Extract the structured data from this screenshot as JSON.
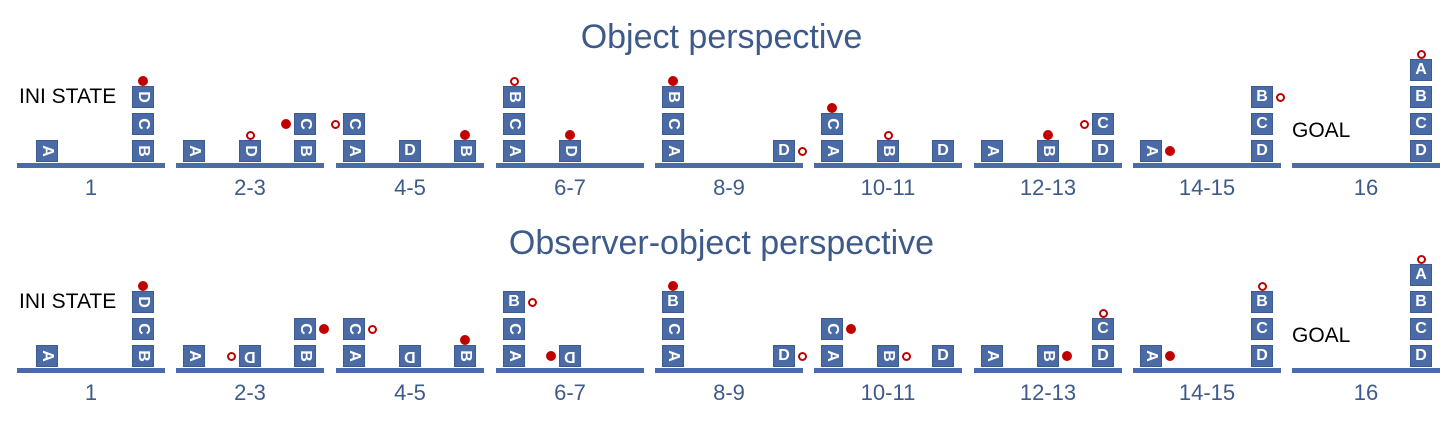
{
  "colors": {
    "block": "#4a6ba6",
    "ground": "#4a6ba6",
    "title": "#3d5a8a",
    "label": "#3d5a8a",
    "marker": "#c00000"
  },
  "rows": [
    {
      "title": "Object perspective",
      "panels": [
        {
          "label": "1",
          "caption": "INI STATE",
          "stacks": [
            {
              "pos": 0.2,
              "blocks": [
                {
                  "letter": "A",
                  "rot": 90
                }
              ]
            },
            {
              "pos": 0.85,
              "blocks": [
                {
                  "letter": "B",
                  "rot": 90
                },
                {
                  "letter": "C",
                  "rot": 90
                },
                {
                  "letter": "D",
                  "rot": 90
                }
              ]
            }
          ],
          "marker": {
            "type": "filled",
            "stack": 1,
            "side": "top"
          }
        },
        {
          "label": "2-3",
          "stacks": [
            {
              "pos": 0.12,
              "blocks": [
                {
                  "letter": "A",
                  "rot": 90
                }
              ]
            },
            {
              "pos": 0.5,
              "blocks": [
                {
                  "letter": "D",
                  "rot": 90
                }
              ]
            },
            {
              "pos": 0.87,
              "blocks": [
                {
                  "letter": "B",
                  "rot": 90
                },
                {
                  "letter": "C",
                  "rot": 90
                }
              ]
            }
          ],
          "marker": {
            "type": "hollow",
            "stack": 1,
            "side": "top"
          },
          "marker2": {
            "type": "filled",
            "stack": 2,
            "side": "left",
            "level": 1
          }
        },
        {
          "label": "4-5",
          "stacks": [
            {
              "pos": 0.12,
              "blocks": [
                {
                  "letter": "A",
                  "rot": 90
                },
                {
                  "letter": "C",
                  "rot": 90
                }
              ]
            },
            {
              "pos": 0.5,
              "blocks": [
                {
                  "letter": "D",
                  "rot": 0
                }
              ]
            },
            {
              "pos": 0.87,
              "blocks": [
                {
                  "letter": "B",
                  "rot": 90
                }
              ]
            }
          ],
          "marker": {
            "type": "hollow",
            "stack": 0,
            "side": "left",
            "level": 1
          },
          "marker2": {
            "type": "filled",
            "stack": 2,
            "side": "top"
          }
        },
        {
          "label": "6-7",
          "stacks": [
            {
              "pos": 0.12,
              "blocks": [
                {
                  "letter": "A",
                  "rot": 90
                },
                {
                  "letter": "C",
                  "rot": 90
                },
                {
                  "letter": "B",
                  "rot": 90
                }
              ]
            },
            {
              "pos": 0.5,
              "blocks": [
                {
                  "letter": "D",
                  "rot": 90
                }
              ]
            }
          ],
          "marker": {
            "type": "hollow",
            "stack": 0,
            "side": "top"
          },
          "marker2": {
            "type": "filled",
            "stack": 1,
            "side": "top"
          }
        },
        {
          "label": "8-9",
          "stacks": [
            {
              "pos": 0.12,
              "blocks": [
                {
                  "letter": "A",
                  "rot": 90
                },
                {
                  "letter": "C",
                  "rot": 90
                },
                {
                  "letter": "B",
                  "rot": 90
                }
              ]
            },
            {
              "pos": 0.87,
              "blocks": [
                {
                  "letter": "D",
                  "rot": 0
                }
              ]
            }
          ],
          "marker": {
            "type": "filled",
            "stack": 0,
            "side": "top"
          },
          "marker2": {
            "type": "hollow",
            "stack": 1,
            "side": "right",
            "level": 0
          }
        },
        {
          "label": "10-11",
          "stacks": [
            {
              "pos": 0.12,
              "blocks": [
                {
                  "letter": "A",
                  "rot": 90
                },
                {
                  "letter": "C",
                  "rot": 90
                }
              ]
            },
            {
              "pos": 0.5,
              "blocks": [
                {
                  "letter": "B",
                  "rot": 90
                }
              ]
            },
            {
              "pos": 0.87,
              "blocks": [
                {
                  "letter": "D",
                  "rot": 0
                }
              ]
            }
          ],
          "marker": {
            "type": "filled",
            "stack": 0,
            "side": "top"
          },
          "marker2": {
            "type": "hollow",
            "stack": 1,
            "side": "top"
          }
        },
        {
          "label": "12-13",
          "stacks": [
            {
              "pos": 0.12,
              "blocks": [
                {
                  "letter": "A",
                  "rot": 90
                }
              ]
            },
            {
              "pos": 0.5,
              "blocks": [
                {
                  "letter": "B",
                  "rot": 90
                }
              ]
            },
            {
              "pos": 0.87,
              "blocks": [
                {
                  "letter": "D",
                  "rot": 0
                },
                {
                  "letter": "C",
                  "rot": 0
                }
              ]
            }
          ],
          "marker": {
            "type": "filled",
            "stack": 1,
            "side": "top"
          },
          "marker2": {
            "type": "hollow",
            "stack": 2,
            "side": "left",
            "level": 1
          }
        },
        {
          "label": "14-15",
          "stacks": [
            {
              "pos": 0.12,
              "blocks": [
                {
                  "letter": "A",
                  "rot": 90
                }
              ]
            },
            {
              "pos": 0.87,
              "blocks": [
                {
                  "letter": "D",
                  "rot": 0
                },
                {
                  "letter": "C",
                  "rot": 0
                },
                {
                  "letter": "B",
                  "rot": 0
                }
              ]
            }
          ],
          "marker": {
            "type": "filled",
            "stack": 0,
            "side": "right",
            "level": 0
          },
          "marker2": {
            "type": "hollow",
            "stack": 1,
            "side": "right",
            "level": 2
          }
        },
        {
          "label": "16",
          "caption": "GOAL",
          "stacks": [
            {
              "pos": 0.87,
              "blocks": [
                {
                  "letter": "D",
                  "rot": 0
                },
                {
                  "letter": "C",
                  "rot": 0
                },
                {
                  "letter": "B",
                  "rot": 0
                },
                {
                  "letter": "A",
                  "rot": 0
                }
              ]
            }
          ],
          "marker": {
            "type": "hollow",
            "stack": 0,
            "side": "top"
          }
        }
      ]
    },
    {
      "title": "Observer-object perspective",
      "panels": [
        {
          "label": "1",
          "caption": "INI STATE",
          "stacks": [
            {
              "pos": 0.2,
              "blocks": [
                {
                  "letter": "A",
                  "rot": 90
                }
              ]
            },
            {
              "pos": 0.85,
              "blocks": [
                {
                  "letter": "B",
                  "rot": 90
                },
                {
                  "letter": "C",
                  "rot": 90
                },
                {
                  "letter": "D",
                  "rot": 90
                }
              ]
            }
          ],
          "marker": {
            "type": "filled",
            "stack": 1,
            "side": "top"
          }
        },
        {
          "label": "2-3",
          "stacks": [
            {
              "pos": 0.12,
              "blocks": [
                {
                  "letter": "A",
                  "rot": 90
                }
              ]
            },
            {
              "pos": 0.5,
              "blocks": [
                {
                  "letter": "D",
                  "rot": 180
                }
              ]
            },
            {
              "pos": 0.87,
              "blocks": [
                {
                  "letter": "B",
                  "rot": 90
                },
                {
                  "letter": "C",
                  "rot": 90
                }
              ]
            }
          ],
          "marker": {
            "type": "hollow",
            "stack": 1,
            "side": "left",
            "level": 0
          },
          "marker2": {
            "type": "filled",
            "stack": 2,
            "side": "right",
            "level": 1
          }
        },
        {
          "label": "4-5",
          "stacks": [
            {
              "pos": 0.12,
              "blocks": [
                {
                  "letter": "A",
                  "rot": 90
                },
                {
                  "letter": "C",
                  "rot": 90
                }
              ]
            },
            {
              "pos": 0.5,
              "blocks": [
                {
                  "letter": "D",
                  "rot": 180
                }
              ]
            },
            {
              "pos": 0.87,
              "blocks": [
                {
                  "letter": "B",
                  "rot": 90
                }
              ]
            }
          ],
          "marker": {
            "type": "hollow",
            "stack": 0,
            "side": "right",
            "level": 1
          },
          "marker2": {
            "type": "filled",
            "stack": 2,
            "side": "top"
          }
        },
        {
          "label": "6-7",
          "stacks": [
            {
              "pos": 0.12,
              "blocks": [
                {
                  "letter": "A",
                  "rot": 90
                },
                {
                  "letter": "C",
                  "rot": 90
                },
                {
                  "letter": "B",
                  "rot": 0
                }
              ]
            },
            {
              "pos": 0.5,
              "blocks": [
                {
                  "letter": "D",
                  "rot": 180
                }
              ]
            }
          ],
          "marker": {
            "type": "hollow",
            "stack": 0,
            "side": "right",
            "level": 2
          },
          "marker2": {
            "type": "filled",
            "stack": 1,
            "side": "left",
            "level": 0
          }
        },
        {
          "label": "8-9",
          "stacks": [
            {
              "pos": 0.12,
              "blocks": [
                {
                  "letter": "A",
                  "rot": 90
                },
                {
                  "letter": "C",
                  "rot": 90
                },
                {
                  "letter": "B",
                  "rot": 0
                }
              ]
            },
            {
              "pos": 0.87,
              "blocks": [
                {
                  "letter": "D",
                  "rot": 0
                }
              ]
            }
          ],
          "marker": {
            "type": "filled",
            "stack": 0,
            "side": "top"
          },
          "marker2": {
            "type": "hollow",
            "stack": 1,
            "side": "right",
            "level": 0
          }
        },
        {
          "label": "10-11",
          "stacks": [
            {
              "pos": 0.12,
              "blocks": [
                {
                  "letter": "A",
                  "rot": 90
                },
                {
                  "letter": "C",
                  "rot": 90
                }
              ]
            },
            {
              "pos": 0.5,
              "blocks": [
                {
                  "letter": "B",
                  "rot": 90
                }
              ]
            },
            {
              "pos": 0.87,
              "blocks": [
                {
                  "letter": "D",
                  "rot": 0
                }
              ]
            }
          ],
          "marker": {
            "type": "filled",
            "stack": 0,
            "side": "right",
            "level": 1
          },
          "marker2": {
            "type": "hollow",
            "stack": 1,
            "side": "right",
            "level": 0
          }
        },
        {
          "label": "12-13",
          "stacks": [
            {
              "pos": 0.12,
              "blocks": [
                {
                  "letter": "A",
                  "rot": 90
                }
              ]
            },
            {
              "pos": 0.5,
              "blocks": [
                {
                  "letter": "B",
                  "rot": 90
                }
              ]
            },
            {
              "pos": 0.87,
              "blocks": [
                {
                  "letter": "D",
                  "rot": 0
                },
                {
                  "letter": "C",
                  "rot": 0
                }
              ]
            }
          ],
          "marker": {
            "type": "filled",
            "stack": 1,
            "side": "right",
            "level": 0
          },
          "marker2": {
            "type": "hollow",
            "stack": 2,
            "side": "top"
          }
        },
        {
          "label": "14-15",
          "stacks": [
            {
              "pos": 0.12,
              "blocks": [
                {
                  "letter": "A",
                  "rot": 90
                }
              ]
            },
            {
              "pos": 0.87,
              "blocks": [
                {
                  "letter": "D",
                  "rot": 0
                },
                {
                  "letter": "C",
                  "rot": 0
                },
                {
                  "letter": "B",
                  "rot": 0
                }
              ]
            }
          ],
          "marker": {
            "type": "filled",
            "stack": 0,
            "side": "right",
            "level": 0
          },
          "marker2": {
            "type": "hollow",
            "stack": 1,
            "side": "top"
          }
        },
        {
          "label": "16",
          "caption": "GOAL",
          "stacks": [
            {
              "pos": 0.87,
              "blocks": [
                {
                  "letter": "D",
                  "rot": 0
                },
                {
                  "letter": "C",
                  "rot": 0
                },
                {
                  "letter": "B",
                  "rot": 0
                },
                {
                  "letter": "A",
                  "rot": 0
                }
              ]
            }
          ],
          "marker": {
            "type": "hollow",
            "stack": 0,
            "side": "top"
          }
        }
      ]
    }
  ]
}
